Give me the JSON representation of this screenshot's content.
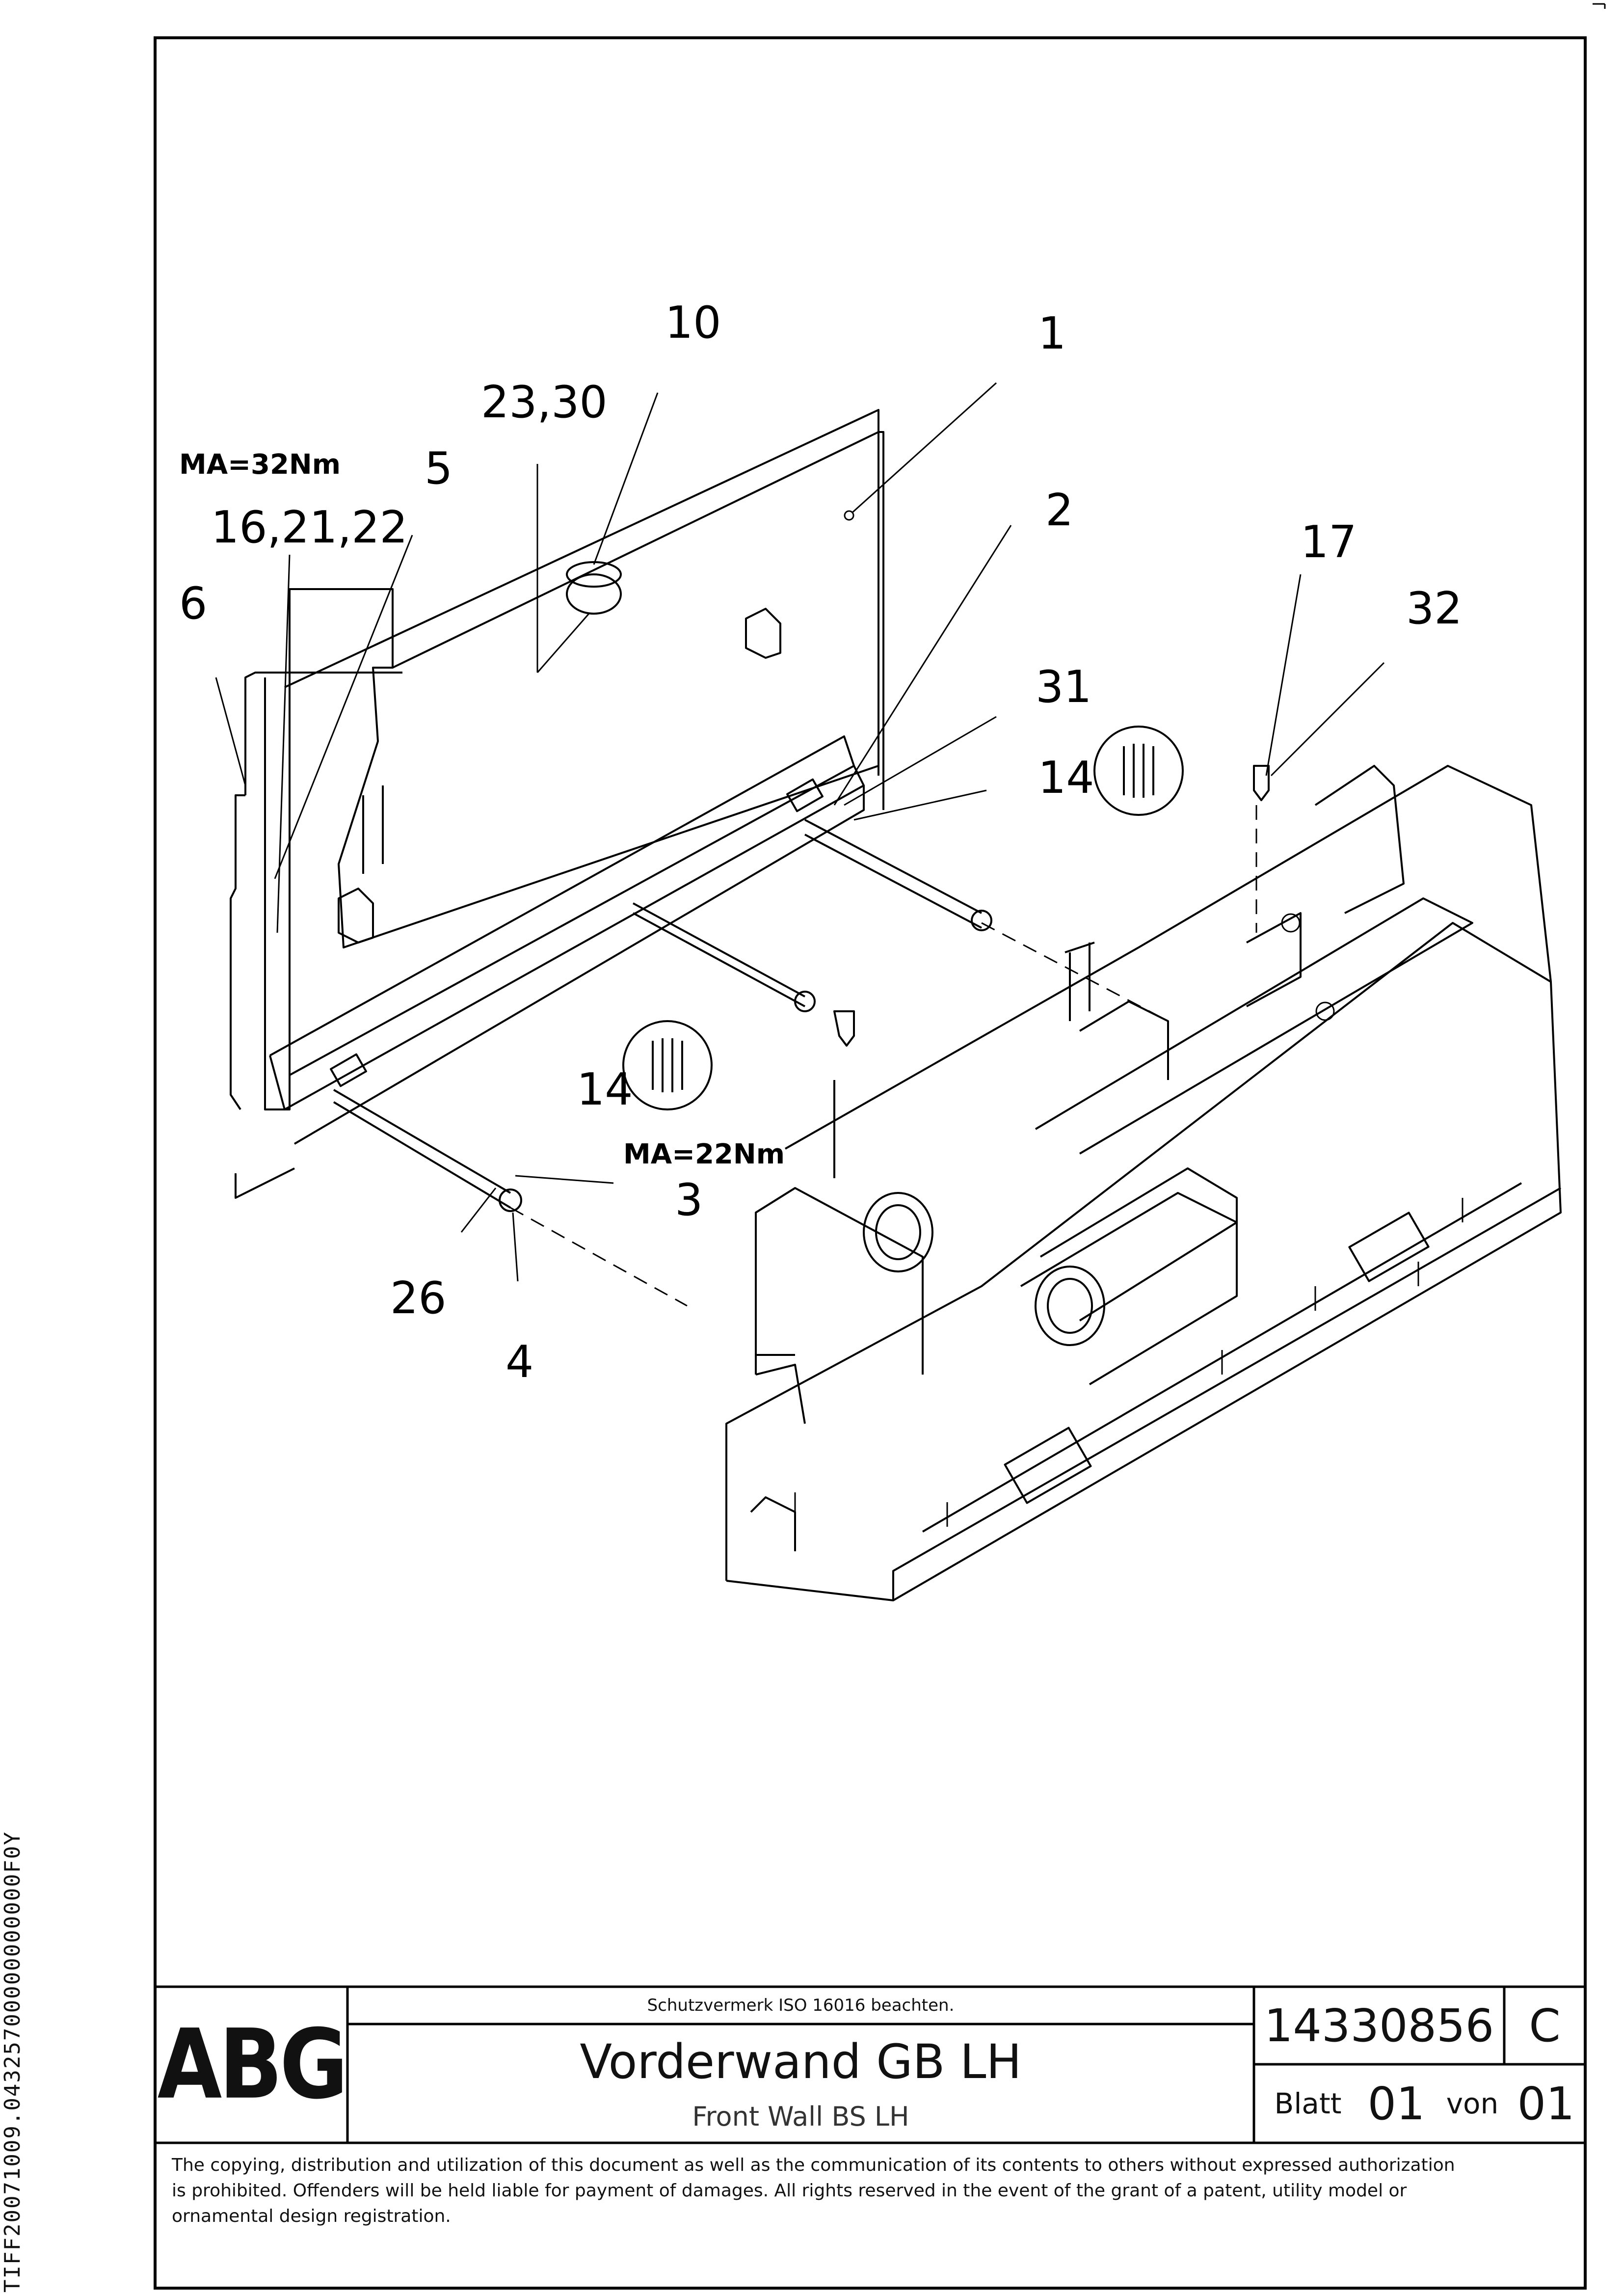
{
  "callouts": {
    "c10": "10",
    "c1": "1",
    "c23_30": "23,30",
    "c5": "5",
    "c16_21_22": "16,21,22",
    "c6": "6",
    "c2": "2",
    "c17": "17",
    "c32": "32",
    "c31": "31",
    "c14_top": "14",
    "c14_bottom": "14",
    "c3": "3",
    "c26": "26",
    "c4": "4"
  },
  "torque": {
    "upper": "MA=32Nm",
    "lower": "MA=22Nm"
  },
  "side_id": "TIFF20071009.04325700000000000F0Y",
  "title_block": {
    "logo": "ABG",
    "notice": "Schutzvermerk ISO 16016 beachten.",
    "title_de": "Vorderwand GB LH",
    "title_en": "Front Wall BS LH",
    "part_number": "14330856",
    "revision": "C",
    "sheet_label": "Blatt",
    "sheet_no": "01",
    "of_label": "von",
    "sheet_total": "01"
  },
  "disclaimer": "The copying, distribution and utilization of this document as well as the communication of its contents to others without expressed authorization\nis prohibited. Offenders will be held liable for payment of damages. All rights reserved in the event of the grant of a patent, utility model or\nornamental design registration."
}
